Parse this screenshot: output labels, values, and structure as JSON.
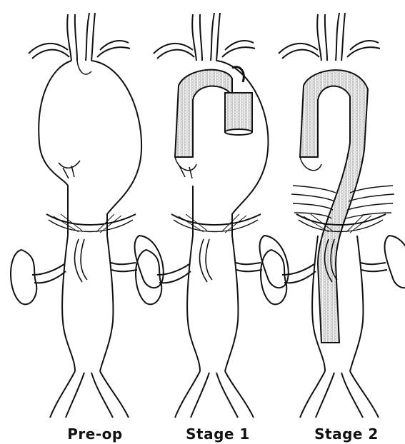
{
  "panels": [
    {
      "label": "Pre-op"
    },
    {
      "label": "Stage 1"
    },
    {
      "label": "Stage 2"
    }
  ],
  "colors": {
    "ink": "#111111",
    "background": "#ffffff"
  }
}
